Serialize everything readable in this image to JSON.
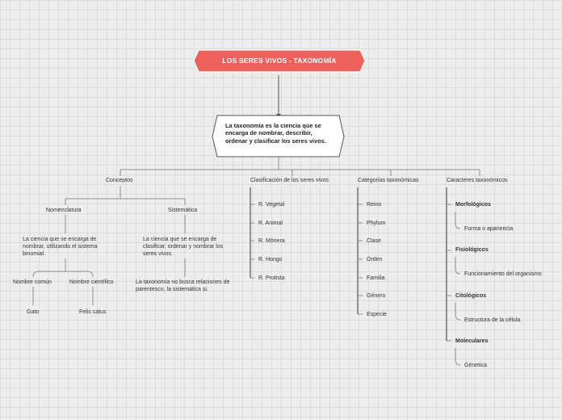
{
  "title": "LOS SERES VIVOS - TAXONOMÍA",
  "definition": "La taxonomía es la ciencia que se encarga de nombrar, describir, ordenar y clasificar los seres vivos.",
  "colors": {
    "root": "#f0605a",
    "line": "#6b6b6b",
    "branch": "#9a9a9a"
  },
  "conceptos": {
    "label": "Conceptos",
    "nomenclatura": {
      "label": "Nomenclatura",
      "desc": "La ciencia que se encarga de nombrar, utilizando el sistema binomial.",
      "comun": "Nombre común",
      "comun_ej": "Gato",
      "cientifico": "Nombre científico",
      "cientifico_ej": "Felis catus"
    },
    "sistematica": {
      "label": "Sistemática",
      "desc": "La ciencia que se encarga de clasificar, ordenar y nombrar los seres vivos.",
      "extra": "La taxonomía no busca relaciones de parentesco, la sistemática si."
    }
  },
  "clasificacion": {
    "label": "Clasificación de los seres vivos",
    "items": [
      "R. Vegetal",
      "R. Animal",
      "R. Mónera",
      "R. Hongo",
      "R. Protista"
    ]
  },
  "categorias": {
    "label": "Categorías taxonómicas",
    "items": [
      "Reino",
      "Phylum",
      "Clase",
      "Orden",
      "Familia",
      "Género",
      "Especie"
    ]
  },
  "caracteres": {
    "label": "Caracteres taxonómicos",
    "groups": [
      {
        "name": "Morfológicos",
        "detail": "Forma o apariencia"
      },
      {
        "name": "Fisiológicos",
        "detail": "Funcionamiento del organismo"
      },
      {
        "name": "Citológicos",
        "detail": "Estructura de la célula"
      },
      {
        "name": "Moleculares",
        "detail": "Génetica"
      }
    ]
  }
}
